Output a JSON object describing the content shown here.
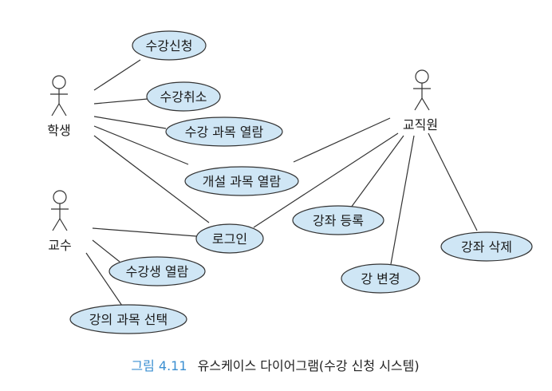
{
  "colors": {
    "usecase_fill": "#cfe6f5",
    "stroke": "#333333",
    "caption_accent": "#3b8fd1"
  },
  "actors": {
    "student": "학생",
    "professor": "교수",
    "staff": "교직원"
  },
  "usecases": {
    "register_course": "수강신청",
    "cancel_course": "수강취소",
    "view_enrolled": "수강 과목 열람",
    "view_opened": "개설 과목 열람",
    "login": "로그인",
    "view_students": "수강생 열람",
    "select_course": "강의 과목 선택",
    "register_lecture": "강좌 등록",
    "change_lecture": "강 변경",
    "delete_lecture": "강좌 삭제"
  },
  "caption": {
    "figure": "그림 4.11",
    "text": "유스케이스 다이어그램(수강 신청 시스템)"
  }
}
